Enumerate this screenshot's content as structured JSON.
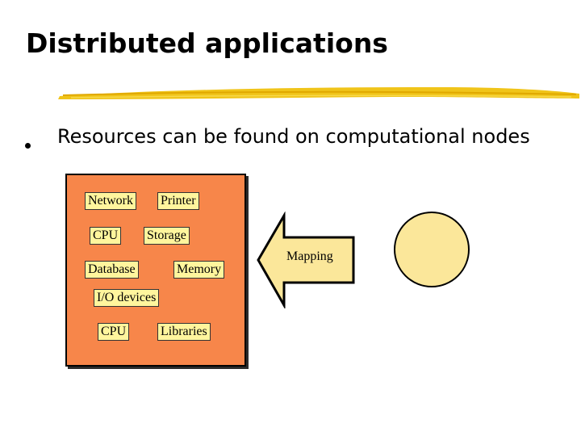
{
  "slide": {
    "title": "Distributed applications",
    "bullet": "Resources can be found on computational nodes",
    "resources": [
      "Network",
      "Printer",
      "CPU",
      "Storage",
      "Database",
      "Memory",
      "I/O devices",
      "CPU",
      "Libraries"
    ],
    "arrow_label": "Mapping"
  },
  "colors": {
    "node_fill": "#f7864a",
    "resource_fill": "#fff59d",
    "circle_fill": "#fbe79a",
    "arrow_fill": "#fbe79a",
    "underline": "#f0c419"
  }
}
